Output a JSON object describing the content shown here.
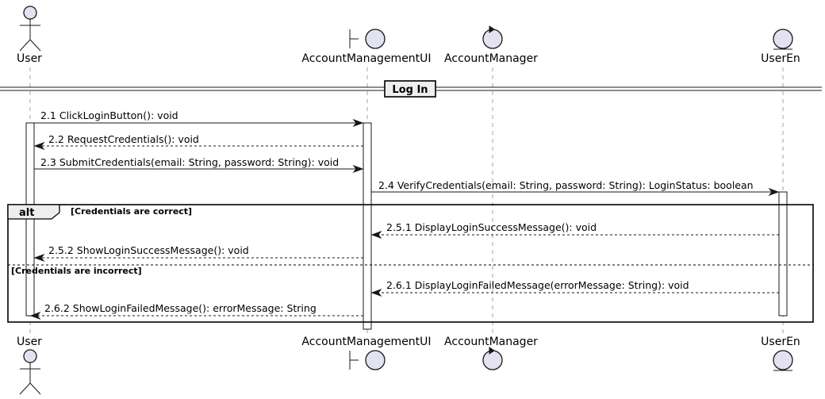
{
  "participants": [
    {
      "name": "User",
      "kind": "actor"
    },
    {
      "name": "AccountManagementUI",
      "kind": "boundary"
    },
    {
      "name": "AccountManager",
      "kind": "control"
    },
    {
      "name": "UserEn",
      "kind": "entity"
    }
  ],
  "divider": {
    "title": "Log In"
  },
  "messages": [
    {
      "from": 0,
      "to": 1,
      "label": "2.1 ClickLoginButton(): void",
      "style": "solid"
    },
    {
      "from": 1,
      "to": 0,
      "label": "2.2 RequestCredentials(): void",
      "style": "dashed"
    },
    {
      "from": 0,
      "to": 1,
      "label": "2.3 SubmitCredentials(email: String, password: String): void",
      "style": "solid"
    },
    {
      "from": 1,
      "to": 3,
      "label": "2.4 VerifyCredentials(email: String, password: String): LoginStatus: boolean",
      "style": "solid"
    },
    {
      "from": 3,
      "to": 1,
      "label": "2.5.1 DisplayLoginSuccessMessage(): void",
      "style": "dashed"
    },
    {
      "from": 1,
      "to": 0,
      "label": "2.5.2 ShowLoginSuccessMessage(): void",
      "style": "dashed"
    },
    {
      "from": 3,
      "to": 1,
      "label": "2.6.1 DisplayLoginFailedMessage(errorMessage: String): void",
      "style": "dashed"
    },
    {
      "from": 1,
      "to": 0,
      "label": "2.6.2 ShowLoginFailedMessage(): errorMessage: String",
      "style": "dashed"
    }
  ],
  "alt_fragment": {
    "keyword": "alt",
    "guard_1": "[Credentials are correct]",
    "guard_2": "[Credentials are incorrect]"
  },
  "colors": {
    "symbol_fill": "#e2e2f0",
    "line": "#181818",
    "lifeline": "#a0a0a0"
  }
}
